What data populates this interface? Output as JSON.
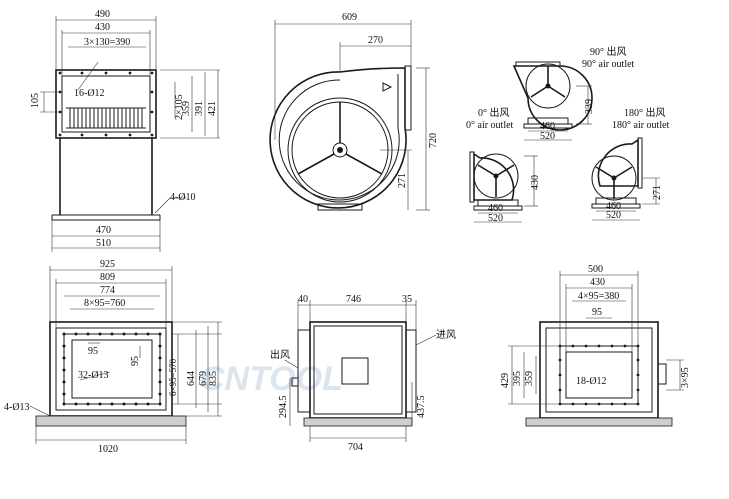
{
  "view1": {
    "dim_top_outer": "490",
    "dim_top_inner": "430",
    "dim_pitch": "3×130=390",
    "holes": "16-Ø12",
    "dim_left": "105",
    "dim_right_a": "2×105",
    "dim_right_b": "359",
    "dim_right_c": "391",
    "dim_right_d": "421",
    "base_holes": "4-Ø10",
    "dim_bottom_a": "470",
    "dim_bottom_b": "510"
  },
  "view2": {
    "dim_width": "609",
    "dim_offset": "270",
    "dim_height": "720",
    "dim_center": "271"
  },
  "view_90": {
    "label_cn": "90° 出风",
    "label_en": "90° air outlet",
    "dim_h": "339",
    "dim_a": "460",
    "dim_b": "520"
  },
  "view_0": {
    "label_cn": "0° 出风",
    "label_en": "0° air outlet",
    "dim_h": "430",
    "dim_a": "460",
    "dim_b": "520"
  },
  "view_180": {
    "label_cn": "180° 出风",
    "label_en": "180° air outlet",
    "dim_h": "271",
    "dim_a": "460",
    "dim_b": "520"
  },
  "view4": {
    "dim_a": "925",
    "dim_b": "809",
    "dim_c": "774",
    "dim_pitch": "8×95=760",
    "dim_95a": "95",
    "dim_95b": "95",
    "dim_v": "6×95=570",
    "dim_644": "644",
    "dim_679": "679",
    "dim_835": "835",
    "holes": "32-Ø13",
    "base_holes": "4-Ø13",
    "dim_bottom": "1020"
  },
  "view5": {
    "dim_40": "40",
    "dim_746": "746",
    "dim_35": "35",
    "inlet": "进风",
    "outlet": "出风",
    "dim_294": "294.5",
    "dim_437": "437.5",
    "dim_704": "704"
  },
  "view6": {
    "dim_500": "500",
    "dim_430": "430",
    "dim_pitch": "4×95=380",
    "dim_95": "95",
    "dim_429": "429",
    "dim_395": "395",
    "dim_359": "359",
    "holes": "18-Ø12",
    "dim_3x95": "3×95"
  },
  "watermark": "CNTOOL"
}
